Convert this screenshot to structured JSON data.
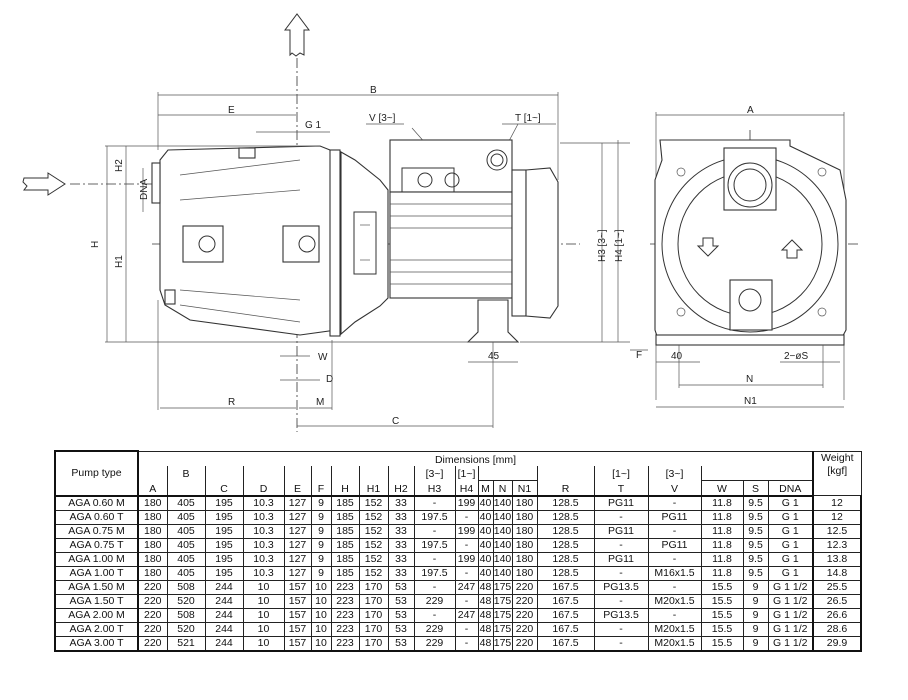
{
  "drawing": {
    "side_view_labels": {
      "B": "B",
      "E": "E",
      "G1": "G 1",
      "V": "V [3~]",
      "T": "T [1~]",
      "H": "H",
      "H1": "H1",
      "H2": "H2",
      "DNA": "DNA",
      "H3": "H3 [3~]",
      "H4": "H4 [1~]",
      "W": "W",
      "D": "D",
      "M": "M",
      "R": "R",
      "C": "C",
      "foot_width": "45"
    },
    "front_view_labels": {
      "A": "A",
      "F": "F",
      "foot_offset": "40",
      "holes": "2−øS",
      "N": "N",
      "N1": "N1"
    },
    "arrows": {
      "inlet": "suction-inlet-arrow",
      "outlet": "discharge-outlet-arrow"
    }
  },
  "table": {
    "pump_type_header": "Pump type",
    "dimensions_header": "Dimensions [mm]",
    "weight_header_line1": "Weight",
    "weight_header_line2": "[kgf]",
    "phase_notes": {
      "H3": "[3~]",
      "H4": "[1~]",
      "T": "[1~]",
      "V": "[3~]"
    },
    "columns": [
      "A",
      "B",
      "C",
      "D",
      "E",
      "F",
      "H",
      "H1",
      "H2",
      "H3",
      "H4",
      "M",
      "N",
      "N1",
      "R",
      "T",
      "V",
      "W",
      "S",
      "DNA"
    ],
    "rows": [
      {
        "type": "AGA 0.60 M",
        "A": "180",
        "B": "405",
        "C": "195",
        "D": "10.3",
        "E": "127",
        "F": "9",
        "H": "185",
        "H1": "152",
        "H2": "33",
        "H3": "-",
        "H4": "199",
        "M": "40",
        "N": "140",
        "N1": "180",
        "R": "128.5",
        "T": "PG11",
        "V": "-",
        "W": "11.8",
        "S": "9.5",
        "DNA": "G 1",
        "weight": "12"
      },
      {
        "type": "AGA 0.60 T",
        "A": "180",
        "B": "405",
        "C": "195",
        "D": "10.3",
        "E": "127",
        "F": "9",
        "H": "185",
        "H1": "152",
        "H2": "33",
        "H3": "197.5",
        "H4": "-",
        "M": "40",
        "N": "140",
        "N1": "180",
        "R": "128.5",
        "T": "-",
        "V": "PG11",
        "W": "11.8",
        "S": "9.5",
        "DNA": "G 1",
        "weight": "12"
      },
      {
        "type": "AGA 0.75 M",
        "A": "180",
        "B": "405",
        "C": "195",
        "D": "10.3",
        "E": "127",
        "F": "9",
        "H": "185",
        "H1": "152",
        "H2": "33",
        "H3": "-",
        "H4": "199",
        "M": "40",
        "N": "140",
        "N1": "180",
        "R": "128.5",
        "T": "PG11",
        "V": "-",
        "W": "11.8",
        "S": "9.5",
        "DNA": "G 1",
        "weight": "12.5"
      },
      {
        "type": "AGA 0.75 T",
        "A": "180",
        "B": "405",
        "C": "195",
        "D": "10.3",
        "E": "127",
        "F": "9",
        "H": "185",
        "H1": "152",
        "H2": "33",
        "H3": "197.5",
        "H4": "-",
        "M": "40",
        "N": "140",
        "N1": "180",
        "R": "128.5",
        "T": "-",
        "V": "PG11",
        "W": "11.8",
        "S": "9.5",
        "DNA": "G 1",
        "weight": "12.3"
      },
      {
        "type": "AGA 1.00 M",
        "A": "180",
        "B": "405",
        "C": "195",
        "D": "10.3",
        "E": "127",
        "F": "9",
        "H": "185",
        "H1": "152",
        "H2": "33",
        "H3": "-",
        "H4": "199",
        "M": "40",
        "N": "140",
        "N1": "180",
        "R": "128.5",
        "T": "PG11",
        "V": "-",
        "W": "11.8",
        "S": "9.5",
        "DNA": "G 1",
        "weight": "13.8"
      },
      {
        "type": "AGA 1.00 T",
        "A": "180",
        "B": "405",
        "C": "195",
        "D": "10.3",
        "E": "127",
        "F": "9",
        "H": "185",
        "H1": "152",
        "H2": "33",
        "H3": "197.5",
        "H4": "-",
        "M": "40",
        "N": "140",
        "N1": "180",
        "R": "128.5",
        "T": "-",
        "V": "M16x1.5",
        "W": "11.8",
        "S": "9.5",
        "DNA": "G 1",
        "weight": "14.8"
      },
      {
        "type": "AGA 1.50 M",
        "A": "220",
        "B": "508",
        "C": "244",
        "D": "10",
        "E": "157",
        "F": "10",
        "H": "223",
        "H1": "170",
        "H2": "53",
        "H3": "-",
        "H4": "247",
        "M": "48",
        "N": "175",
        "N1": "220",
        "R": "167.5",
        "T": "PG13.5",
        "V": "-",
        "W": "15.5",
        "S": "9",
        "DNA": "G 1 1/2",
        "weight": "25.5"
      },
      {
        "type": "AGA 1.50 T",
        "A": "220",
        "B": "520",
        "C": "244",
        "D": "10",
        "E": "157",
        "F": "10",
        "H": "223",
        "H1": "170",
        "H2": "53",
        "H3": "229",
        "H4": "-",
        "M": "48",
        "N": "175",
        "N1": "220",
        "R": "167.5",
        "T": "-",
        "V": "M20x1.5",
        "W": "15.5",
        "S": "9",
        "DNA": "G 1 1/2",
        "weight": "26.5"
      },
      {
        "type": "AGA 2.00 M",
        "A": "220",
        "B": "508",
        "C": "244",
        "D": "10",
        "E": "157",
        "F": "10",
        "H": "223",
        "H1": "170",
        "H2": "53",
        "H3": "-",
        "H4": "247",
        "M": "48",
        "N": "175",
        "N1": "220",
        "R": "167.5",
        "T": "PG13.5",
        "V": "-",
        "W": "15.5",
        "S": "9",
        "DNA": "G 1 1/2",
        "weight": "26.6"
      },
      {
        "type": "AGA 2.00 T",
        "A": "220",
        "B": "520",
        "C": "244",
        "D": "10",
        "E": "157",
        "F": "10",
        "H": "223",
        "H1": "170",
        "H2": "53",
        "H3": "229",
        "H4": "-",
        "M": "48",
        "N": "175",
        "N1": "220",
        "R": "167.5",
        "T": "-",
        "V": "M20x1.5",
        "W": "15.5",
        "S": "9",
        "DNA": "G 1 1/2",
        "weight": "28.6"
      },
      {
        "type": "AGA 3.00 T",
        "A": "220",
        "B": "521",
        "C": "244",
        "D": "10",
        "E": "157",
        "F": "10",
        "H": "223",
        "H1": "170",
        "H2": "53",
        "H3": "229",
        "H4": "-",
        "M": "48",
        "N": "175",
        "N1": "220",
        "R": "167.5",
        "T": "-",
        "V": "M20x1.5",
        "W": "15.5",
        "S": "9",
        "DNA": "G 1 1/2",
        "weight": "29.9"
      }
    ]
  }
}
